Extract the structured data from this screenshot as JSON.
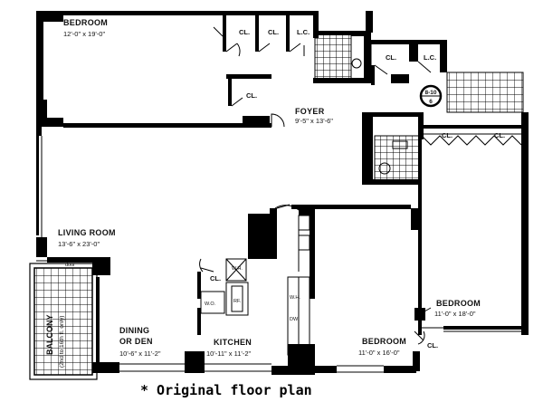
{
  "rooms": {
    "bedroom1": {
      "name": "BEDROOM",
      "size": "12'-0\" x 19'-0\""
    },
    "foyer": {
      "name": "FOYER",
      "size": "9'-5\" x 13'-6\""
    },
    "living": {
      "name": "LIVING ROOM",
      "size": "13'-6\" x 23'-0\""
    },
    "dining": {
      "name_line1": "DINING",
      "name_line2": "OR DEN",
      "size": "10'-6\" x 11'-2\""
    },
    "kitchen": {
      "name": "KITCHEN",
      "size": "10'-11\" x 11'-2\""
    },
    "bedroom2": {
      "name": "BEDROOM",
      "size": "11'-0\" x 16'-0\""
    },
    "bedroom3": {
      "name": "BEDROOM",
      "size": "11'-0\" x 18'-0\""
    },
    "balcony": {
      "name": "BALCONY",
      "note": "(2nd to 16th fl. only)",
      "door": "door"
    }
  },
  "closets": {
    "cl": "CL.",
    "lc": "L.C."
  },
  "fixtures": {
    "we": "W.O.",
    "wh": "W.H.",
    "dw": "DW.",
    "rf": "RF."
  },
  "unit_badge": {
    "top": "8-10",
    "bottom": "6"
  },
  "caption": "* Original floor plan"
}
